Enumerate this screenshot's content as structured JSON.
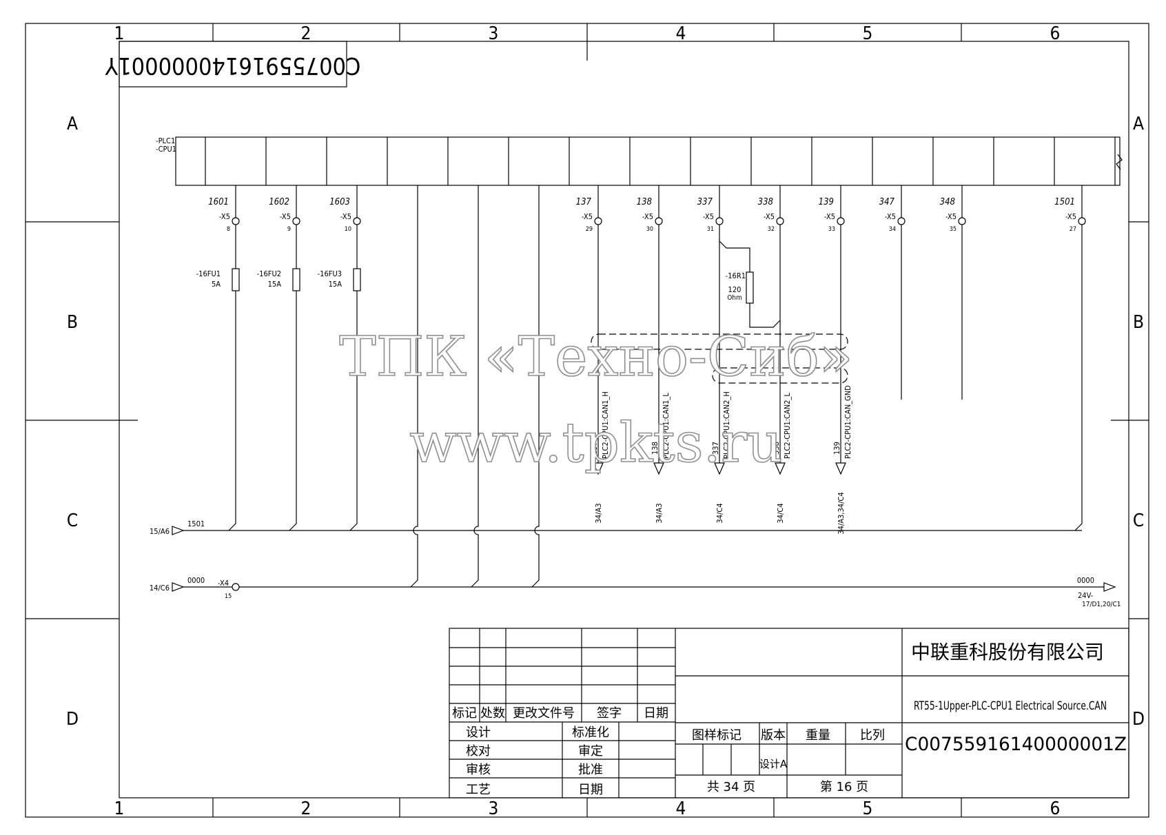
{
  "frame": {
    "col_labels": [
      "1",
      "2",
      "3",
      "4",
      "5",
      "6"
    ],
    "row_labels": [
      "A",
      "B",
      "C",
      "D"
    ]
  },
  "stamp_top": "C00755916140000001Y",
  "plc_label": [
    "-PLC1",
    "-CPU1"
  ],
  "terminals": [
    {
      "wire": "1601",
      "x5": "-X5",
      "pin": "8"
    },
    {
      "wire": "1602",
      "x5": "-X5",
      "pin": "9"
    },
    {
      "wire": "1603",
      "x5": "-X5",
      "pin": "10"
    },
    {
      "wire": "137",
      "x5": "-X5",
      "pin": "29"
    },
    {
      "wire": "138",
      "x5": "-X5",
      "pin": "30"
    },
    {
      "wire": "337",
      "x5": "-X5",
      "pin": "31"
    },
    {
      "wire": "338",
      "x5": "-X5",
      "pin": "32"
    },
    {
      "wire": "139",
      "x5": "-X5",
      "pin": "33"
    },
    {
      "wire": "347",
      "x5": "-X5",
      "pin": "34"
    },
    {
      "wire": "348",
      "x5": "-X5",
      "pin": "35"
    },
    {
      "wire": "1501",
      "x5": "-X5",
      "pin": "27"
    }
  ],
  "fuses": [
    {
      "name": "-16FU1",
      "rating": "5A"
    },
    {
      "name": "-16FU2",
      "rating": "15A"
    },
    {
      "name": "-16FU3",
      "rating": "15A"
    }
  ],
  "resistor": {
    "name": "-16R1",
    "value": "120",
    "unit": "Ohm"
  },
  "can_signals": [
    {
      "num": "137",
      "label": "PLC2-CPU1:CAN1_H",
      "ref": "34/A3"
    },
    {
      "num": "138",
      "label": "PLC2-CPU1:CAN1_L",
      "ref": "34/A3"
    },
    {
      "num": "337",
      "label": "PLC2-CPU1:CAN2_H",
      "ref": "34/C4"
    },
    {
      "num": "338",
      "label": "PLC2-CPU1:CAN2_L",
      "ref": "34/C4"
    },
    {
      "num": "139",
      "label": "PLC2-CPU1:CAN_GND",
      "ref": "34/A3,34/C4"
    }
  ],
  "bus_1501": {
    "ref": "15/A6",
    "wire": "1501"
  },
  "bus_0000": {
    "ref": "14/C6",
    "wire": "0000",
    "term": "-X4",
    "pin": "15",
    "out_wire": "0000",
    "out_voltage": "24V-",
    "out_ref": "17/D1,20/C1"
  },
  "watermark": {
    "line1": "ТПК «Техно-Сиб»",
    "line2": "www.tpkts.ru"
  },
  "title_block": {
    "company": "中联重科股份有限公司",
    "drawing_title": "RT55-1Upper-PLC-CPU1 Electrical Source.CAN",
    "drawing_number": "C00755916140000001Z",
    "rev_headers": [
      "标记",
      "处数",
      "更改文件号",
      "签字",
      "日期"
    ],
    "left_labels": [
      "设计",
      "校对",
      "审核",
      "工艺"
    ],
    "mid_labels": [
      "标准化",
      "审定",
      "批准",
      "日期"
    ],
    "attr_headers": [
      "图样标记",
      "版本",
      "重量",
      "比列"
    ],
    "version": "设计A",
    "total_pages": "共 34 页",
    "page": "第 16 页"
  }
}
